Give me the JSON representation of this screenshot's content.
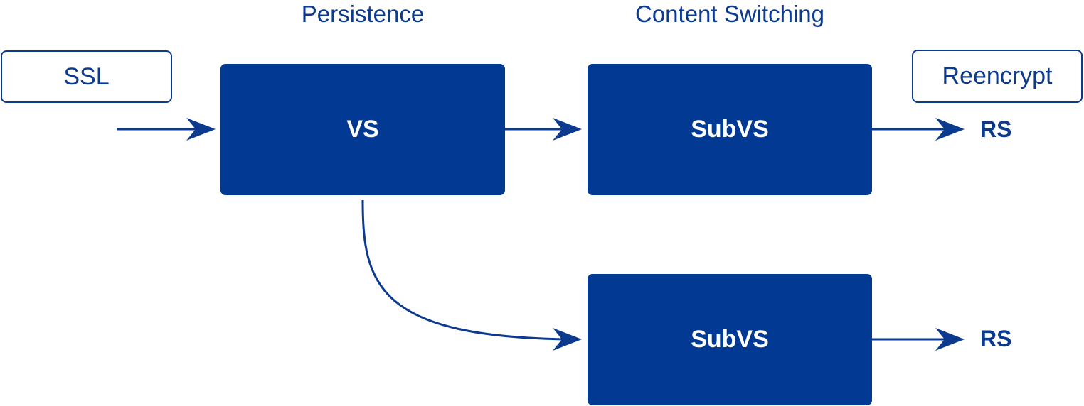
{
  "headings": {
    "persistence": "Persistence",
    "content_switching": "Content Switching"
  },
  "boxes": {
    "ssl": "SSL",
    "reencrypt": "Reencrypt",
    "vs": "VS",
    "subvs_top": "SubVS",
    "subvs_bottom": "SubVS"
  },
  "targets": {
    "rs_top": "RS",
    "rs_bottom": "RS"
  },
  "colors": {
    "primary": "#023a93",
    "stroke": "#0b3a8f",
    "background": "#ffffff"
  }
}
